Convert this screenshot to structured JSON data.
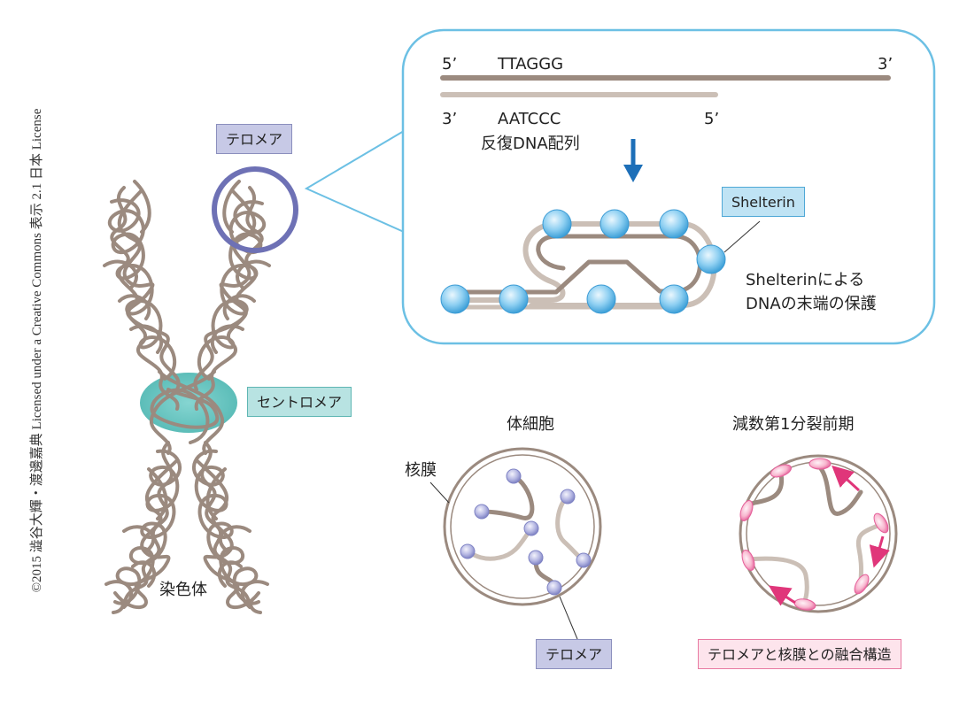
{
  "copyright": "©2015 澁谷大輝・渡邊嘉典 Licensed under a Creative Commons 表示 2.1 日本 License",
  "labels": {
    "telomere_top": "テロメア",
    "centromere": "セントロメア",
    "chromosome": "染色体",
    "shelterin": "Shelterin",
    "shelterin_protect_1": "Shelterinによる",
    "shelterin_protect_2": "DNAの末端の保護",
    "strand_top_5": "5’",
    "strand_top_seq": "TTAGGG",
    "strand_top_3": "3’",
    "strand_bottom_3": "3’",
    "strand_bottom_seq": "AATCCC",
    "strand_bottom_5": "5’",
    "repeat_dna": "反復DNA配列",
    "somatic_cell": "体細胞",
    "meiosis": "減数第1分裂前期",
    "nuclear_envelope": "核膜",
    "telomere_bottom": "テロメア",
    "fusion": "テロメアと核膜との融合構造"
  },
  "colors": {
    "chromosome": "#9b8a7f",
    "telomere_circle": "#6e71b5",
    "centromere": "#5cc1bd",
    "callout_border": "#6cc0e4",
    "dna_dark": "#9b8a7f",
    "dna_light": "#cbbfb6",
    "shelterin_ball": "#7cc6ee",
    "telomere_ball": "#a9acdd",
    "fusion_ball": "#f7a8c3",
    "arrow_pink": "#e0367a",
    "arrow_blue": "#1d6fb8"
  }
}
